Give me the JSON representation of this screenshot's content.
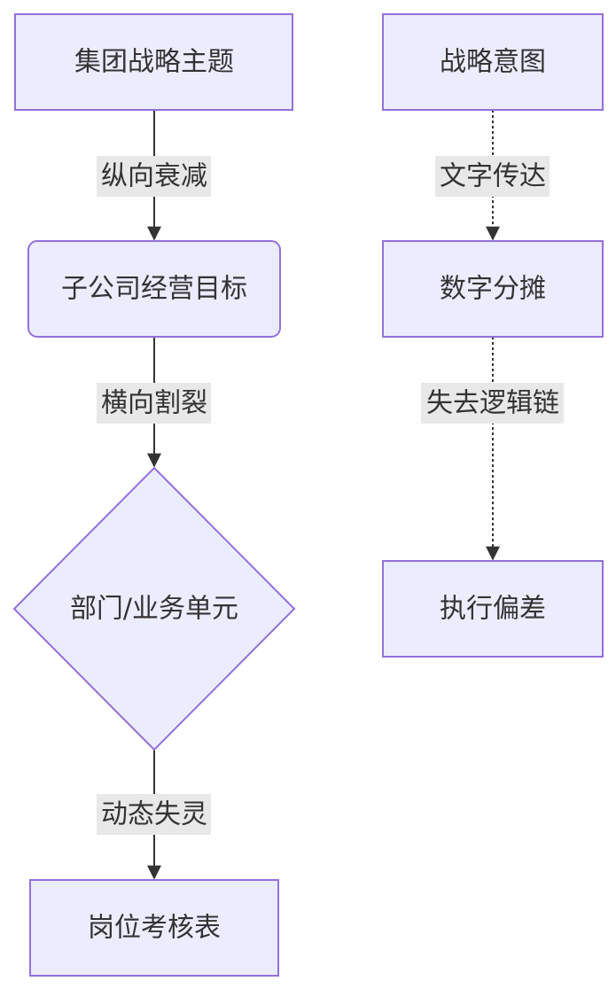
{
  "colors": {
    "node_fill": "#ececff",
    "node_stroke": "#9370db",
    "edge": "#333333",
    "label_bg": "#e8e8e8",
    "text": "#333333"
  },
  "nodes": {
    "group_theme": "集团战略主题",
    "subsidiary_goal": "子公司经营目标",
    "department_unit": "部门/业务单元",
    "job_assessment": "岗位考核表",
    "strategic_intent": "战略意图",
    "numeric_allocation": "数字分摊",
    "execution_deviation": "执行偏差"
  },
  "edges": {
    "vertical_decay": "纵向衰减",
    "horizontal_split": "横向割裂",
    "dynamic_failure": "动态失灵",
    "text_transmission": "文字传达",
    "lost_logic_chain": "失去逻辑链"
  }
}
